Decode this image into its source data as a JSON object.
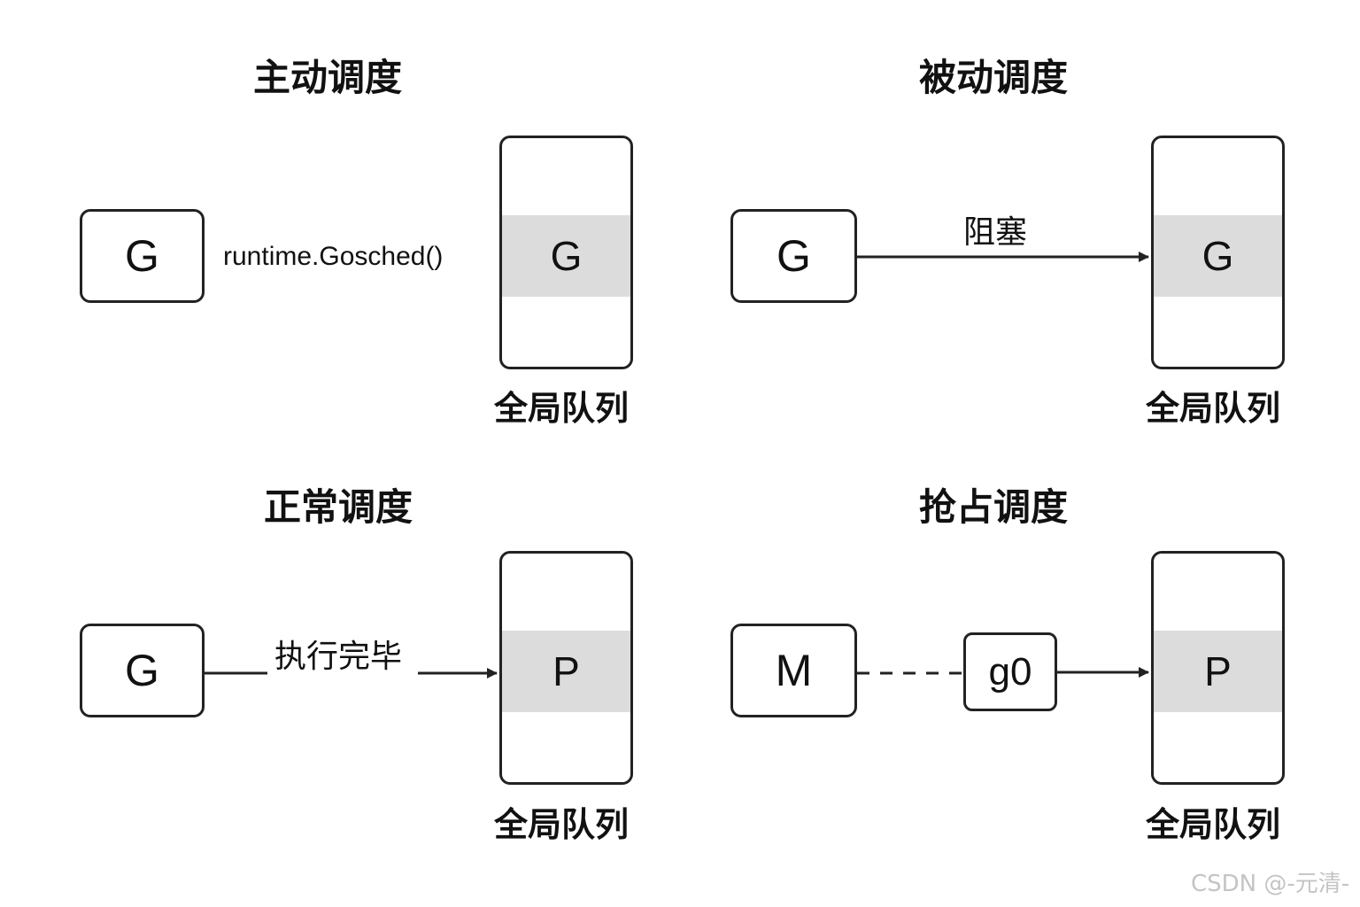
{
  "panels": {
    "active": {
      "title": "主动调度",
      "g_box": "G",
      "call_label": "runtime.Gosched()",
      "queue_slot": "G",
      "queue_label": "全局队列"
    },
    "passive": {
      "title": "被动调度",
      "g_box": "G",
      "edge_label": "阻塞",
      "queue_slot": "G",
      "queue_label": "全局队列"
    },
    "normal": {
      "title": "正常调度",
      "g_box": "G",
      "edge_label": "执行完毕",
      "queue_slot": "P",
      "queue_label": "全局队列"
    },
    "preempt": {
      "title": "抢占调度",
      "m_box": "M",
      "g0_box": "g0",
      "queue_slot": "P",
      "queue_label": "全局队列"
    }
  },
  "watermark": "CSDN @-元清-",
  "colors": {
    "stroke": "#222222",
    "slot_fill": "#dcdcdc",
    "watermark": "#c4c4c4"
  }
}
